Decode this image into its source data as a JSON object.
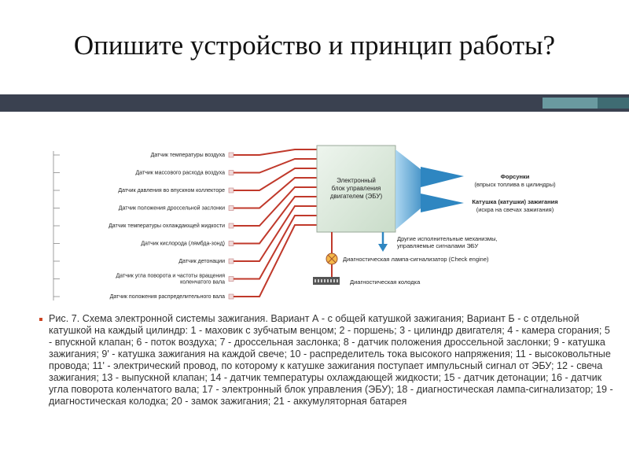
{
  "slide": {
    "title": "Опишите устройство и принцип работы?"
  },
  "diagram": {
    "sensors": [
      "Датчик температуры воздуха",
      "Датчик массового расхода воздуха",
      "Датчик давления во впускном коллекторе",
      "Датчик положения дроссельной заслонки",
      "Датчик температуры охлаждающей жидкости",
      "Датчик кислорода (лямбда-зонд)",
      "Датчик детонации",
      "Датчик угла поворота и частоты вращения коленчатого вала",
      "Датчик положения распределительного вала"
    ],
    "ecu_lines": [
      "Электронный",
      "блок управления",
      "двигателем (ЭБУ)"
    ],
    "outputs": [
      {
        "title": "Форсунки",
        "sub": "(впрыск топлива в цилиндры)"
      },
      {
        "title": "Катушка (катушки) зажигания",
        "sub": "(искра на свечах зажигания)"
      }
    ],
    "other_lines": [
      "Другие исполнительные механизмы,",
      "управляемые сигналами ЭБУ"
    ],
    "lamp": "Диагностическая лампа-сигнализатор (Check engine)",
    "plug": "Диагностическая колодка",
    "colors": {
      "wire": "#c0392b",
      "ecu": "#d9e6d9",
      "beam": "#5aa7d6",
      "arrow": "#2c7fb8"
    }
  },
  "caption": "Рис. 7. Схема электронной системы зажигания. Вариант А - с общей катушкой зажигания; Вариант Б - с отдельной катушкой на каждый цилиндр: 1 - маховик с зубчатым венцом; 2 - поршень; 3 - цилиндр двигателя; 4 - камера сгорания; 5 - впускной клапан; 6 - поток воздуха; 7 - дроссельная заслонка; 8 - датчик положения дроссельной заслонки; 9 - катушка зажигания; 9' - катушка зажигания на каждой свече; 10 - распределитель тока высокого напряжения; 11 - высоковольтные провода; 11' - электрический провод, по которому к катушке зажигания поступает импульсный сигнал от ЭБУ; 12 - свеча зажигания; 13 - выпускной клапан; 14 - датчик температуры охлаждающей жидкости; 15 - датчик детонации; 16 - датчик угла поворота коленчатого вала; 17 - электронный блок управления (ЭБУ); 18 - диагностическая лампа-сигнализатор; 19 - диагностическая колодка; 20 - замок зажигания; 21 - аккумуляторная батарея"
}
